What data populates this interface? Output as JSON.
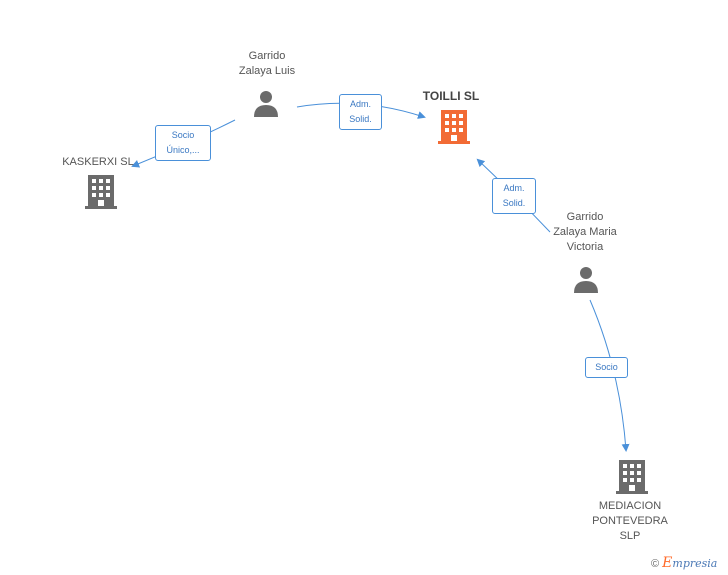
{
  "nodes": {
    "garrido_luis": {
      "label": "Garrido\nZalaya Luis",
      "type": "person"
    },
    "toilli": {
      "label": "TOILLI SL",
      "type": "company-main",
      "color": "#f26b35"
    },
    "kaskerxi": {
      "label": "KASKERXI SL",
      "type": "company"
    },
    "garrido_maria": {
      "label": "Garrido\nZalaya Maria\nVictoria",
      "type": "person"
    },
    "mediacion": {
      "label": "MEDIACION\nPONTEVEDRA\nSLP",
      "type": "company"
    }
  },
  "edges": {
    "luis_toilli": {
      "label": "Adm.\nSolid."
    },
    "luis_kaskerxi": {
      "label": "Socio\nÚnico,..."
    },
    "maria_toilli": {
      "label": "Adm.\nSolid."
    },
    "maria_mediacion": {
      "label": "Socio"
    }
  },
  "colors": {
    "edge": "#4a90d9",
    "icon_gray": "#6b6b6b",
    "main_company": "#f26b35"
  },
  "footer": {
    "copyright_symbol": "©",
    "brand_initial": "E",
    "brand_rest": "mpresia"
  }
}
